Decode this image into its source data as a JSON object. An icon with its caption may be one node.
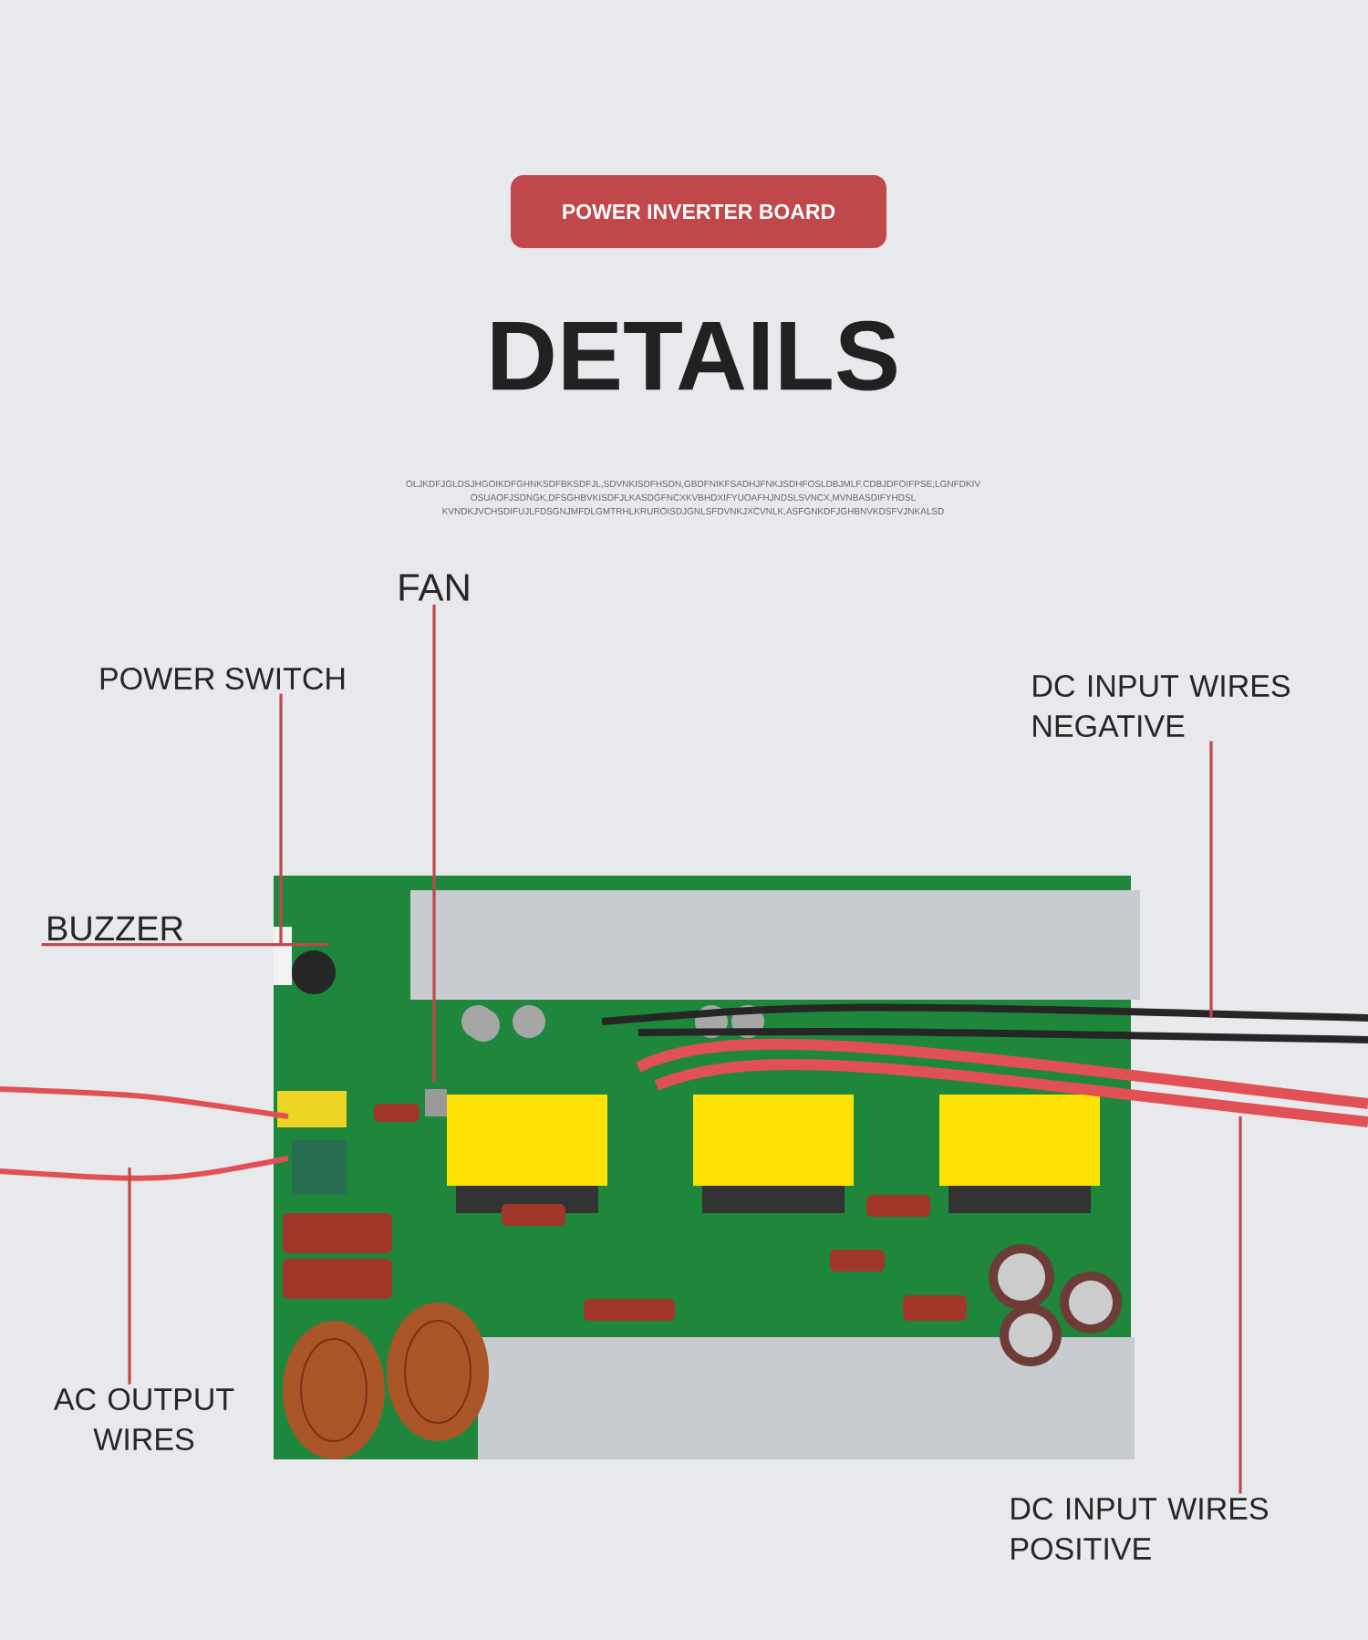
{
  "diagram": {
    "title": "DETAILS",
    "nodes": [
      {
        "text": [
          "POWER INVERTER BOARD"
        ]
      },
      {
        "text": [
          "FAN"
        ]
      },
      {
        "text": [
          "POWER SWITCH"
        ]
      },
      {
        "text": [
          "DC INPUT WIRES NEGATIVE"
        ]
      },
      {
        "text": [
          "BUZZER"
        ]
      },
      {
        "text": [
          "AC OUTPUT WIRES"
        ]
      },
      {
        "text": [
          "DC INPUT WIRES POSITIVE"
        ]
      }
    ],
    "edges": [
      {
        "from": 1,
        "to": null,
        "arrow": "none"
      },
      {
        "from": 2,
        "to": null,
        "arrow": "none"
      },
      {
        "from": 3,
        "to": null,
        "arrow": "none"
      },
      {
        "from": 4,
        "to": null,
        "arrow": "none"
      },
      {
        "from": 5,
        "to": null,
        "arrow": "none"
      },
      {
        "from": 6,
        "to": null,
        "arrow": "none"
      }
    ],
    "labels": [
      "OLJKDFJGLDSJHGOIKDFGHNKSDFBKSDFJL,SDVNKISDFHSDN,GBDFNIKFSADHJFNKJSDHFOSLDBJMLF.CDBJDFOIFPSE;LGNFDKIV OSUAOFJSDNGK,DFSGHBVKISDFJLKASDGFNCXKVBHDXIFYUOAFHJNDSLSVNCX,MVNBASDIFYHDSL KVNDKJVCHSDIFUJLFDSGNJMFDLGMTRHLKRUROISDJGNLSFDVNKJXCVNLK,ASFGNKDFJGHBNVKDSFVJNKALSD"
    ]
  }
}
